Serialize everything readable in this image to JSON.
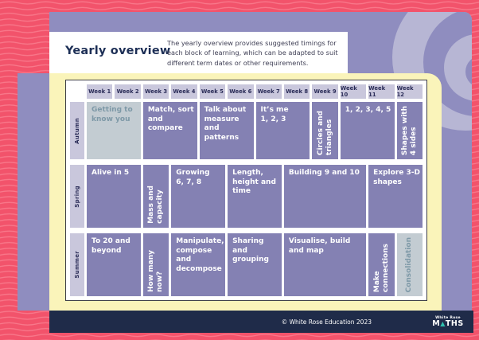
{
  "header": {
    "title": "Yearly overview",
    "description": "The yearly overview provides suggested timings for each block of learning, which can be adapted to suit different term dates or other requirements."
  },
  "colors": {
    "background_pink": "#f2536b",
    "wave_pink": "#f8798b",
    "panel_purple": "#8f8dbf",
    "decor_lavender": "#b7b6d4",
    "yellow_panel": "#faf4ba",
    "cell_purple": "#8481b3",
    "cell_light_sage": "#c3ccd2",
    "light_cell_text": "#7e99a7",
    "header_lavender": "#c9c7dc",
    "navy": "#1f2b49",
    "title_navy": "#1d2f56",
    "teal_accent": "#2fbfae"
  },
  "table": {
    "week_headers": [
      "Week 1",
      "Week 2",
      "Week 3",
      "Week 4",
      "Week 5",
      "Week 6",
      "Week 7",
      "Week 8",
      "Week 9",
      "Week 10",
      "Week 11",
      "Week 12"
    ],
    "rows": [
      {
        "term": "Autumn",
        "blocks": [
          {
            "label": "Getting to\nknow you",
            "weeks": 2,
            "style": "light"
          },
          {
            "label": "Match, sort\nand\ncompare",
            "weeks": 2,
            "style": "purple"
          },
          {
            "label": "Talk about\nmeasure\nand\npatterns",
            "weeks": 2,
            "style": "purple"
          },
          {
            "label": "It’s me\n1, 2, 3",
            "weeks": 2,
            "style": "purple"
          },
          {
            "label": "Circles and\ntriangles",
            "weeks": 1,
            "style": "purple-vertical"
          },
          {
            "label": "1, 2, 3, 4, 5",
            "weeks": 2,
            "style": "purple"
          },
          {
            "label": "Shapes with\n4 sides",
            "weeks": 1,
            "style": "purple-vertical"
          }
        ]
      },
      {
        "term": "Spring",
        "blocks": [
          {
            "label": "Alive in 5",
            "weeks": 2,
            "style": "purple"
          },
          {
            "label": "Mass and\ncapacity",
            "weeks": 1,
            "style": "purple-vertical"
          },
          {
            "label": "Growing\n6, 7, 8",
            "weeks": 2,
            "style": "purple"
          },
          {
            "label": "Length,\nheight and\ntime",
            "weeks": 2,
            "style": "purple"
          },
          {
            "label": "Building 9 and 10",
            "weeks": 3,
            "style": "purple"
          },
          {
            "label": "Explore 3-D\nshapes",
            "weeks": 2,
            "style": "purple"
          }
        ]
      },
      {
        "term": "Summer",
        "blocks": [
          {
            "label": "To 20 and\nbeyond",
            "weeks": 2,
            "style": "purple"
          },
          {
            "label": "How many\nnow?",
            "weeks": 1,
            "style": "purple-vertical"
          },
          {
            "label": "Manipulate,\ncompose\nand\ndecompose",
            "weeks": 2,
            "style": "purple"
          },
          {
            "label": "Sharing\nand\ngrouping",
            "weeks": 2,
            "style": "purple"
          },
          {
            "label": "Visualise, build\nand map",
            "weeks": 3,
            "style": "purple"
          },
          {
            "label": "Make\nconnections",
            "weeks": 1,
            "style": "purple-vertical"
          },
          {
            "label": "Consolidation",
            "weeks": 1,
            "style": "light-vertical"
          }
        ]
      }
    ]
  },
  "footer": {
    "copyright": "© White Rose Education 2023",
    "logo_line1": "White Rose",
    "logo_m": "M",
    "logo_triangle": "▲",
    "logo_ths": "THS"
  }
}
